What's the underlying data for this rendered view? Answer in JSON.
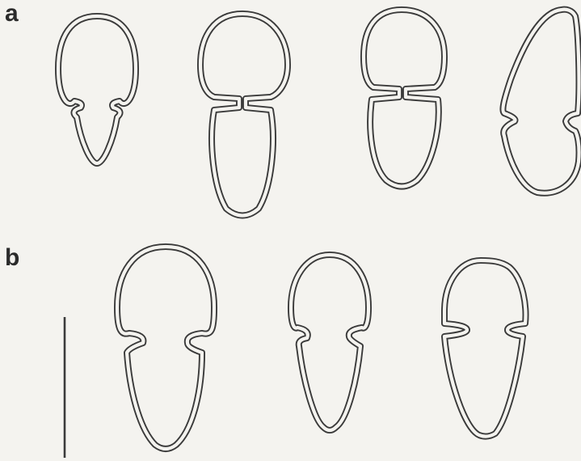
{
  "panels": [
    {
      "label": "a",
      "cell_count": 4
    },
    {
      "label": "b",
      "cell_count": 3
    }
  ],
  "colors": {
    "background": "#f4f3ef",
    "line": "#3a3a3a"
  }
}
